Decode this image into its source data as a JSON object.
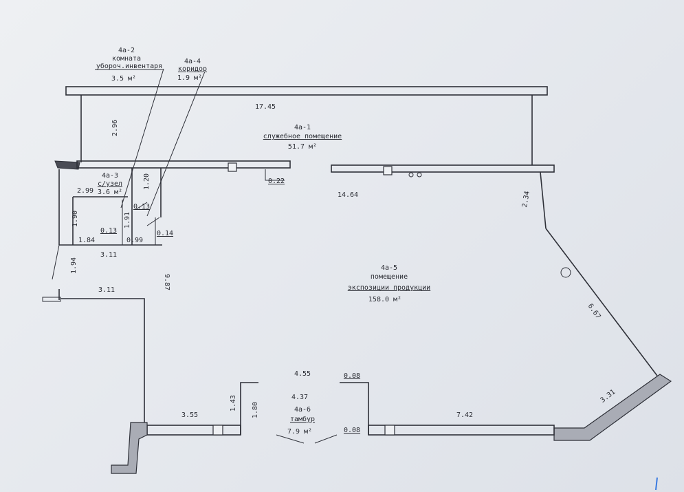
{
  "rooms": {
    "r2": {
      "code": "4а-2",
      "line1": "комната",
      "line2": "убороч.инвентаря",
      "area": "3.5 м²"
    },
    "r4": {
      "code": "4а-4",
      "name": "коридор",
      "area": "1.9 м²"
    },
    "r1": {
      "code": "4а-1",
      "name": "служебное помещение",
      "area": "51.7 м²"
    },
    "r3": {
      "code": "4а-3",
      "name": "с/узел",
      "area": "3.6 м²"
    },
    "r5": {
      "code": "4а-5",
      "line1": "помещение",
      "line2": "экспозиции продукции",
      "area": "158.0 м²"
    },
    "r6": {
      "code": "4а-6",
      "name": "тамбур",
      "area": "7.9 м²"
    }
  },
  "dimensions": {
    "d17_45": "17.45",
    "d2_96": "2.96",
    "d1_20": "1.20",
    "d2_99": "2.99",
    "d0_22": "0.22",
    "d14_64": "14.64",
    "d2_34": "2.34",
    "d0_13a": "0.13",
    "d1_91": "1.91",
    "d1_90": "1.90",
    "d0_13b": "0.13",
    "d0_14": "0.14",
    "d1_84": "1.84",
    "d0_99": "0.99",
    "d3_11a": "3.11",
    "d1_94": "1.94",
    "d9_87": "9.87",
    "d3_11b": "3.11",
    "d6_67": "6.67",
    "d4_55": "4.55",
    "d0_08a": "0.08",
    "d4_37": "4.37",
    "d1_43": "1.43",
    "d1_80": "1.80",
    "d3_55": "3.55",
    "d7_42": "7.42",
    "d0_08b": "0.08",
    "d3_31": "3.31"
  }
}
